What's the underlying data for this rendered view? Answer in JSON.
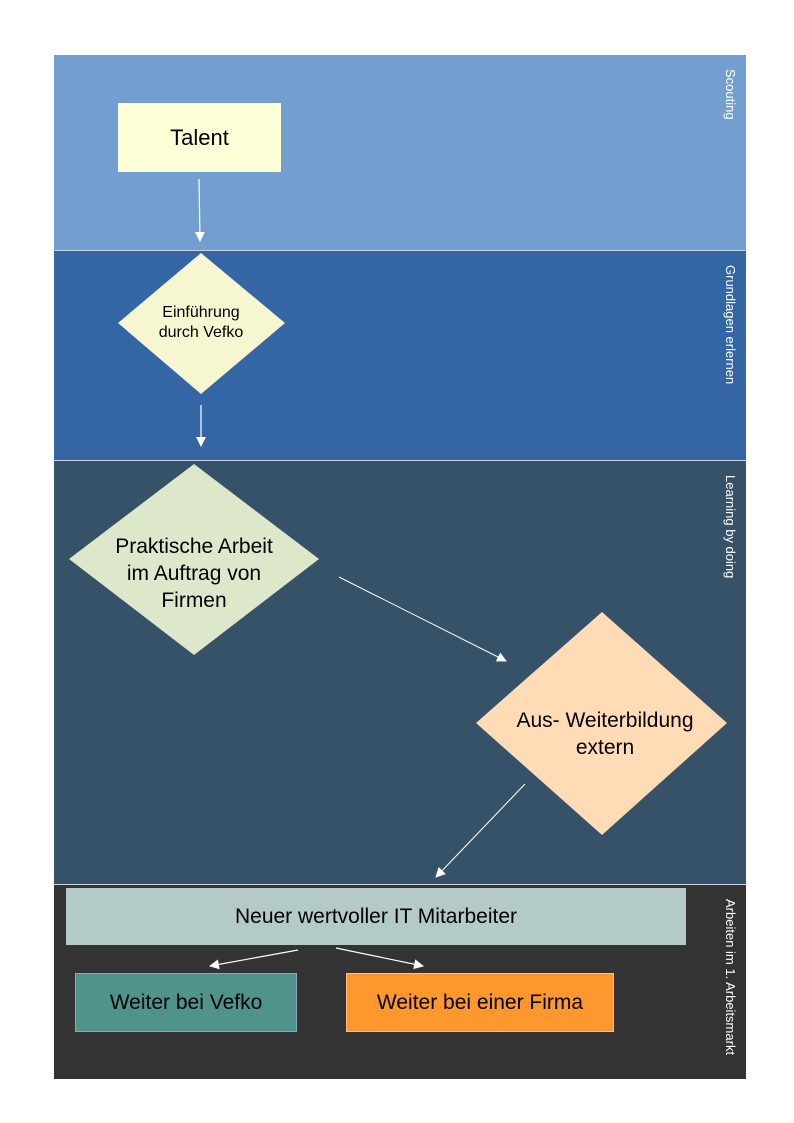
{
  "lanes": [
    {
      "label": "Scouting",
      "color": "#729fcf"
    },
    {
      "label": "Grundlagen erlernen",
      "color": "#3465a4"
    },
    {
      "label": "Learning by doing",
      "color": "#355269"
    },
    {
      "label": "Arbeiten im 1. Arbeitsmarkt",
      "color": "#333333"
    }
  ],
  "nodes": {
    "talent": {
      "label": "Talent",
      "shape": "rectangle",
      "color": "#ffffd7"
    },
    "einfuehrung": {
      "label_line1": "Einführung",
      "label_line2": "durch Vefko",
      "shape": "diamond",
      "color": "#f6f6d0"
    },
    "praktische": {
      "label_line1": "Praktische Arbeit",
      "label_line2": "im Auftrag von",
      "label_line3": "Firmen",
      "shape": "diamond",
      "color": "#dde8cb"
    },
    "weiterbildung": {
      "label_line1": "Aus- Weiterbildung",
      "label_line2": "extern",
      "shape": "diamond",
      "color": "#ffdbb6"
    },
    "neuer": {
      "label": "Neuer wertvoller IT Mitarbeiter",
      "shape": "rectangle",
      "color": "#b3cac7"
    },
    "vefko": {
      "label": "Weiter bei Vefko",
      "shape": "rectangle",
      "color": "#50938a"
    },
    "firma": {
      "label": "Weiter bei einer Firma",
      "shape": "rectangle",
      "color": "#ff972f"
    }
  },
  "edges": [
    {
      "from": "talent",
      "to": "einfuehrung"
    },
    {
      "from": "einfuehrung",
      "to": "praktische"
    },
    {
      "from": "praktische",
      "to": "weiterbildung"
    },
    {
      "from": "weiterbildung",
      "to": "neuer"
    },
    {
      "from": "neuer",
      "to": "vefko"
    },
    {
      "from": "neuer",
      "to": "firma"
    }
  ]
}
